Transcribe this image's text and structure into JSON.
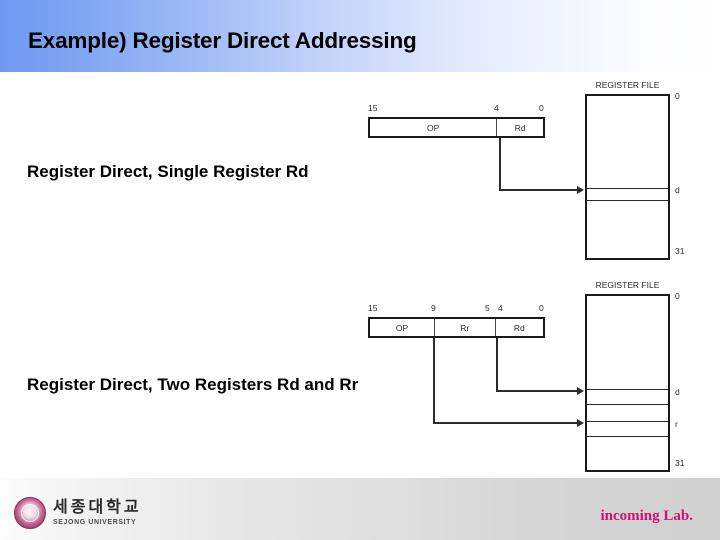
{
  "header": {
    "title": "Example) Register Direct Addressing",
    "gradient_from": "#6f9af1",
    "gradient_to": "#ffffff"
  },
  "diagrams": [
    {
      "caption": "Register Direct, Single Register Rd",
      "instruction": {
        "bit_labels": [
          "15",
          "4",
          "0"
        ],
        "fields": [
          {
            "name": "OP",
            "width_pct": 73
          },
          {
            "name": "Rd",
            "width_pct": 27
          }
        ]
      },
      "register_file": {
        "title": "REGISTER FILE",
        "top_label": "0",
        "bottom_label": "31",
        "rows": [
          {
            "label": "d"
          }
        ]
      }
    },
    {
      "caption": "Register Direct, Two Registers Rd and Rr",
      "instruction": {
        "bit_labels": [
          "15",
          "9",
          "5",
          "4",
          "0"
        ],
        "fields": [
          {
            "name": "OP",
            "width_pct": 37
          },
          {
            "name": "Rr",
            "width_pct": 35
          },
          {
            "name": "Rd",
            "width_pct": 28
          }
        ]
      },
      "register_file": {
        "title": "REGISTER FILE",
        "top_label": "0",
        "bottom_label": "31",
        "rows": [
          {
            "label": "d"
          },
          {
            "label": "r"
          }
        ]
      }
    }
  ],
  "footer": {
    "logo_kr": "세종대학교",
    "logo_en": "SEJONG UNIVERSITY",
    "lab_text": "incoming Lab.",
    "lab_color": "#cc1177"
  }
}
